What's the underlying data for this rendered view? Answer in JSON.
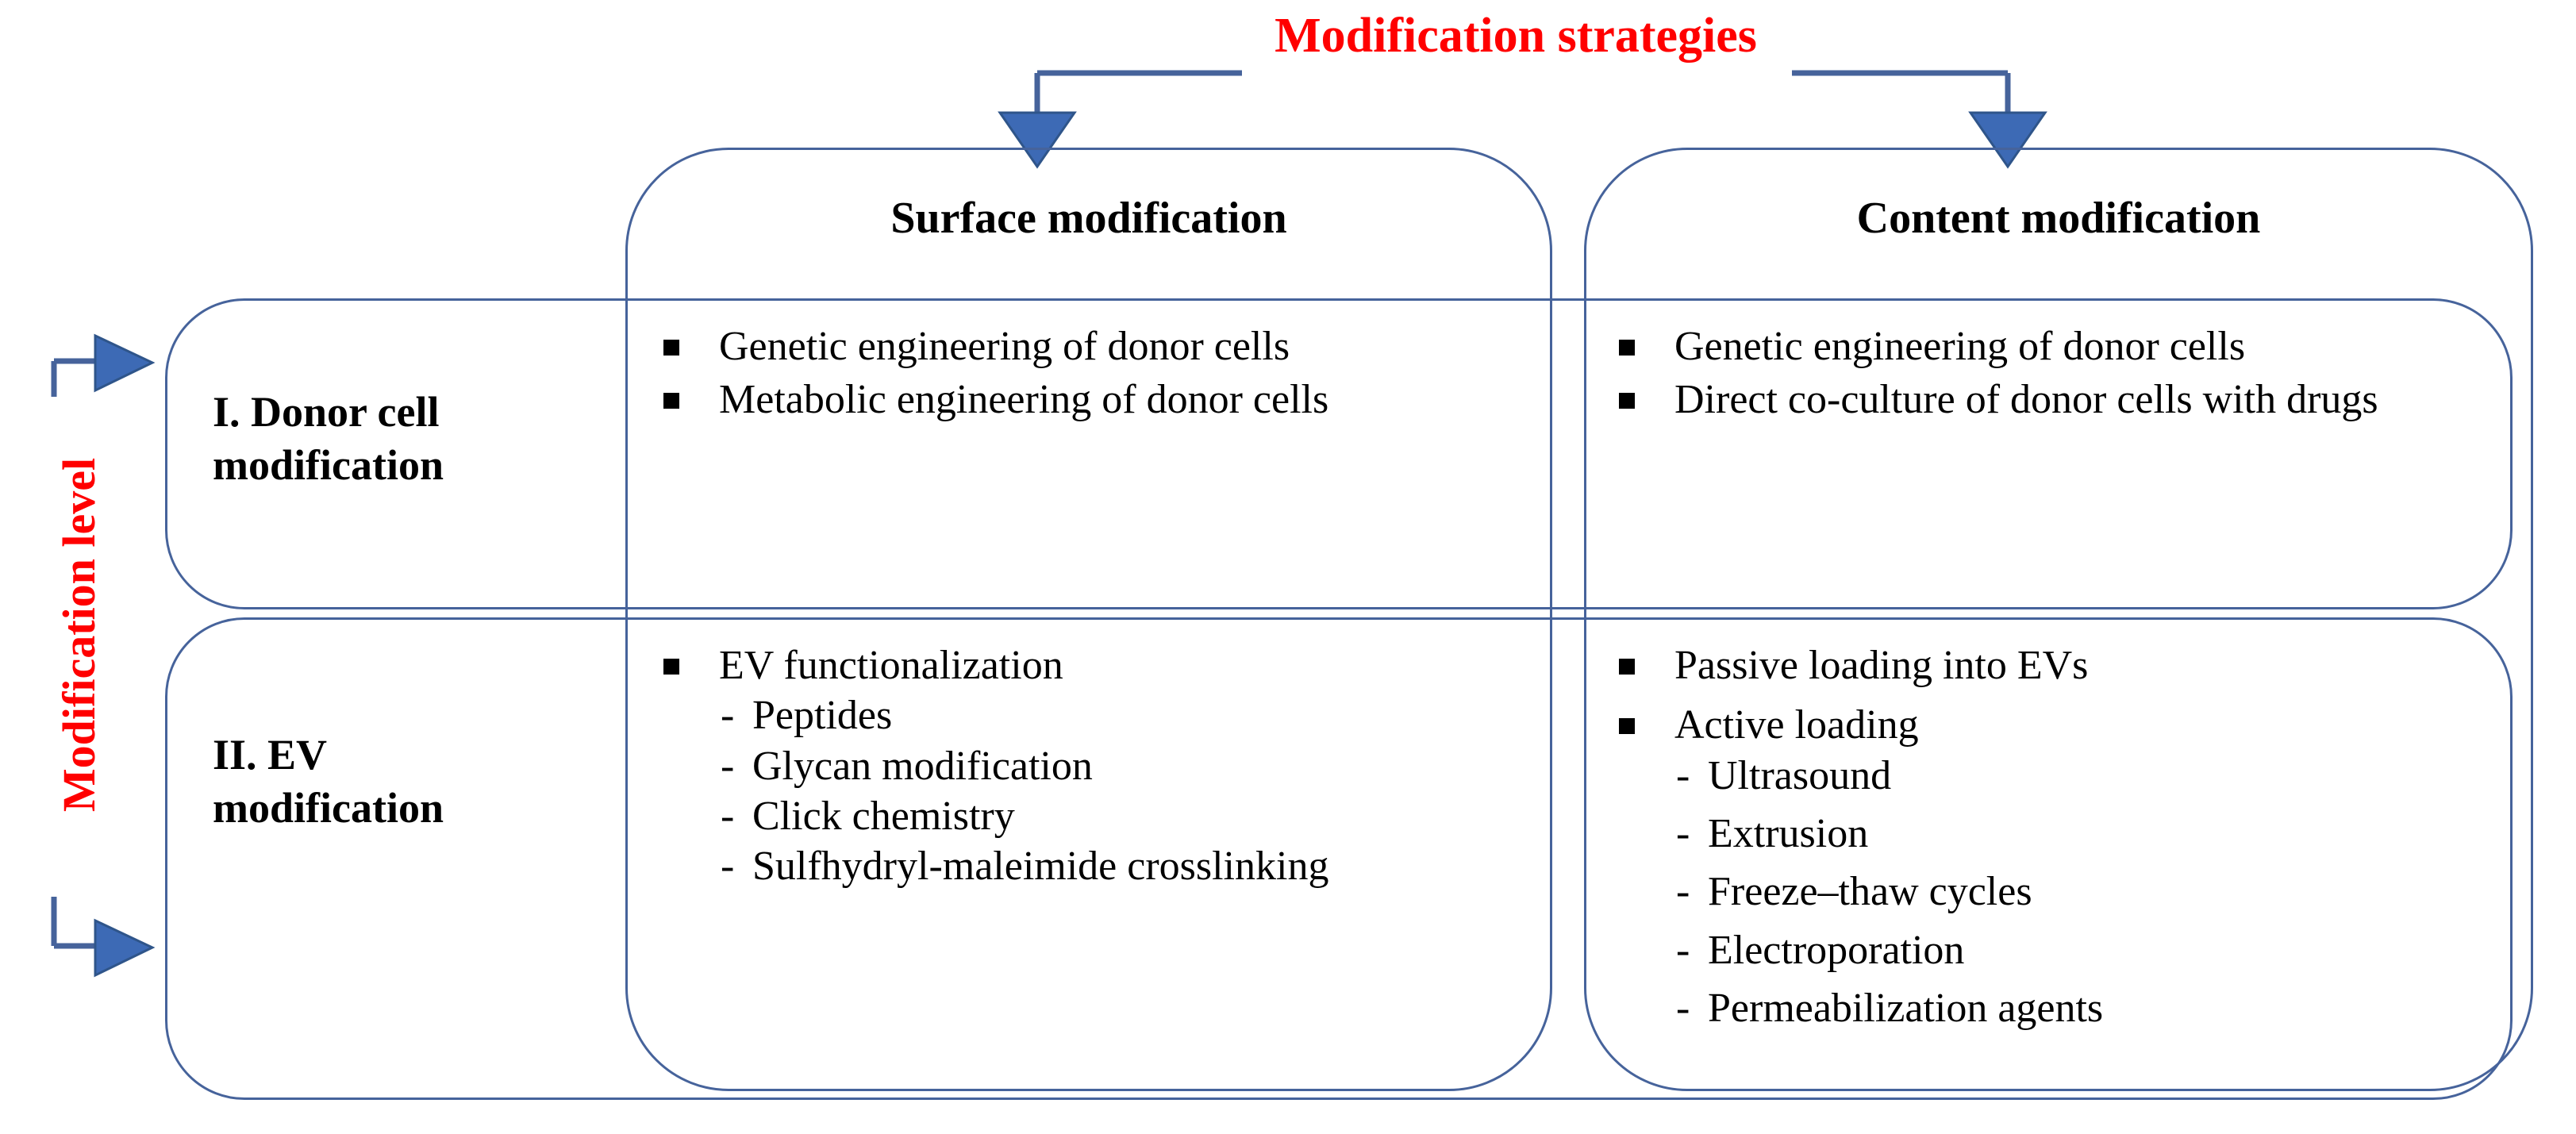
{
  "axes": {
    "top_label": "Modification strategies",
    "left_label": "Modification level",
    "accent_red": "#ff0000",
    "accent_blue": "#46639b",
    "arrow_fill": "#3d6ab5"
  },
  "columns": [
    {
      "id": "surface",
      "header": "Surface modification"
    },
    {
      "id": "content",
      "header": "Content modification"
    }
  ],
  "rows": [
    {
      "id": "donor",
      "label_line1": "I. Donor cell",
      "label_line2": "modification"
    },
    {
      "id": "ev",
      "label_line1": "II. EV",
      "label_line2": "modification"
    }
  ],
  "cells": {
    "donor_surface": {
      "items": [
        {
          "text": "Genetic engineering of donor cells",
          "subitems": []
        },
        {
          "text": "Metabolic engineering of donor cells",
          "subitems": []
        }
      ]
    },
    "donor_content": {
      "items": [
        {
          "text": "Genetic engineering of donor cells",
          "subitems": []
        },
        {
          "text": "Direct co-culture of donor cells with drugs",
          "subitems": []
        }
      ]
    },
    "ev_surface": {
      "items": [
        {
          "text": "EV functionalization",
          "subitems": [
            "Peptides",
            "Glycan modification",
            "Click chemistry",
            "Sulfhydryl-maleimide  crosslinking"
          ]
        }
      ]
    },
    "ev_content": {
      "items": [
        {
          "text": "Passive loading into EVs",
          "subitems": []
        },
        {
          "text": "Active loading",
          "subitems": [
            "Ultrasound",
            "Extrusion",
            "Freeze–thaw cycles",
            "Electroporation",
            "Permeabilization agents"
          ]
        }
      ]
    }
  },
  "icons": {
    "bullet_square": "square-bullet-icon",
    "sub_dash": "dash-bullet-icon",
    "down_arrow": "arrow-down-icon",
    "right_arrow": "arrow-right-icon"
  }
}
